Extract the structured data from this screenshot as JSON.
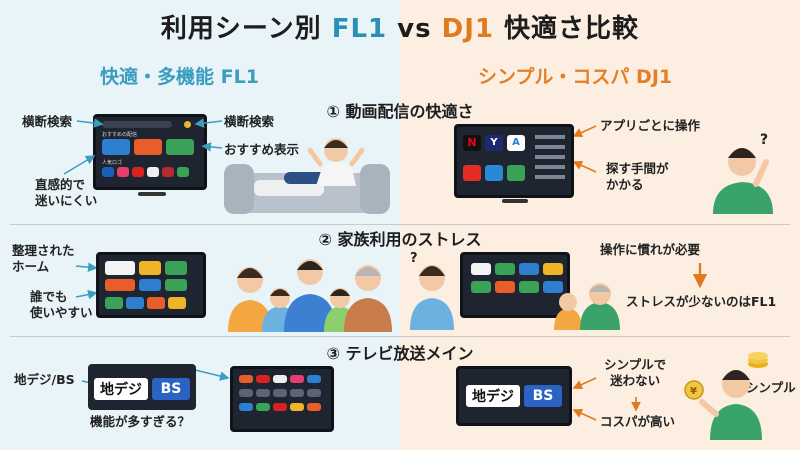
{
  "title": {
    "part1": "利用シーン別 ",
    "fl1": "FL1",
    "vs": " vs ",
    "dj1": "DJ1",
    "part2": " 快適さ比較"
  },
  "columns": {
    "left": "快適・多機能 FL1",
    "right": "シンプル・コスパ DJ1"
  },
  "sections": {
    "s1": "① 動画配信の快適さ",
    "s2": "② 家族利用のストレス",
    "s3": "③ テレビ放送メイン"
  },
  "s1_left": {
    "search_a": "横断検索",
    "search_b": "横断検索",
    "recommend": "おすすめ表示",
    "intuitive": "直感的で\n迷いにくい",
    "tv_rec_row": "おすすめの配信",
    "tv_pop_row": "人気ロゴ"
  },
  "s1_right": {
    "per_app": "アプリごとに操作",
    "hassle": "探す手間が\nかかる"
  },
  "s2_left": {
    "home": "整理された\nホーム",
    "anyone": "誰でも\n使いやすい"
  },
  "s2_right": {
    "need_habit": "操作に慣れが必要",
    "less_stress": "ストレスが少ないのはFL1"
  },
  "s3_left": {
    "broadcast": "地デジ/BS",
    "chideji": "地デジ",
    "bs": "BS",
    "too_many": "機能が多すぎる？"
  },
  "s3_right": {
    "chideji": "地デジ",
    "bs": "BS",
    "simple_no_confuse": "シンプルで\n迷わない",
    "cost": "コスパが高い",
    "simple": "シンプル"
  },
  "colors": {
    "fl1": "#2c8fb4",
    "dj1": "#e07a1f",
    "left_bg": "#e9f4f8",
    "right_bg": "#fcefe2"
  }
}
